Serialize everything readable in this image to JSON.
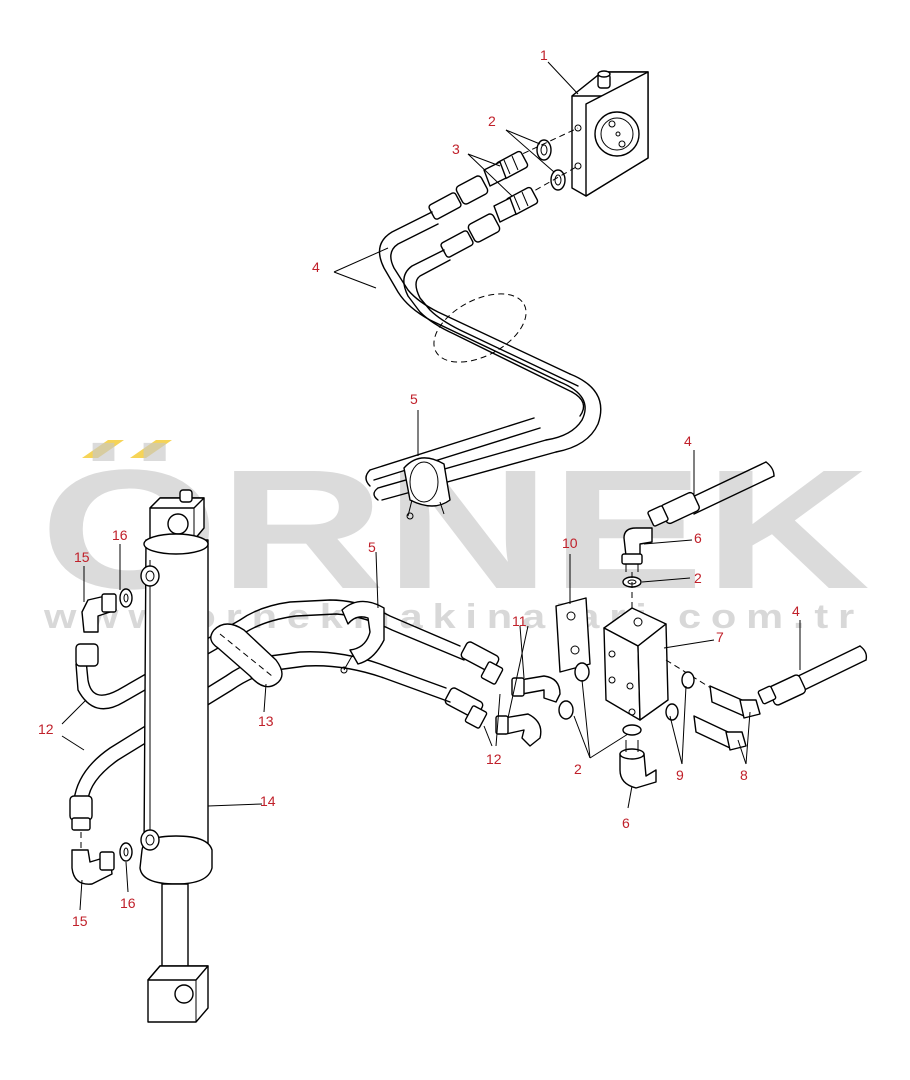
{
  "watermark": {
    "brand": "ÖRNEK",
    "url": "www.ornekmakinalari.com.tr",
    "accent_color": "#f5cc3a",
    "text_color": "#c8c8c8"
  },
  "callouts": [
    {
      "id": "c1",
      "label": "1"
    },
    {
      "id": "c2a",
      "label": "2"
    },
    {
      "id": "c3",
      "label": "3"
    },
    {
      "id": "c4a",
      "label": "4"
    },
    {
      "id": "c5a",
      "label": "5"
    },
    {
      "id": "c4b",
      "label": "4"
    },
    {
      "id": "c16a",
      "label": "16"
    },
    {
      "id": "c15a",
      "label": "15"
    },
    {
      "id": "c5b",
      "label": "5"
    },
    {
      "id": "c10",
      "label": "10"
    },
    {
      "id": "c6a",
      "label": "6"
    },
    {
      "id": "c2b",
      "label": "2"
    },
    {
      "id": "c4c",
      "label": "4"
    },
    {
      "id": "c11",
      "label": "11"
    },
    {
      "id": "c7",
      "label": "7"
    },
    {
      "id": "c12a",
      "label": "12"
    },
    {
      "id": "c13",
      "label": "13"
    },
    {
      "id": "c12b",
      "label": "12"
    },
    {
      "id": "c2c",
      "label": "2"
    },
    {
      "id": "c9",
      "label": "9"
    },
    {
      "id": "c8",
      "label": "8"
    },
    {
      "id": "c14",
      "label": "14"
    },
    {
      "id": "c6b",
      "label": "6"
    },
    {
      "id": "c16b",
      "label": "16"
    },
    {
      "id": "c15b",
      "label": "15"
    }
  ],
  "colors": {
    "callout": "#c0202a",
    "line": "#000000"
  }
}
